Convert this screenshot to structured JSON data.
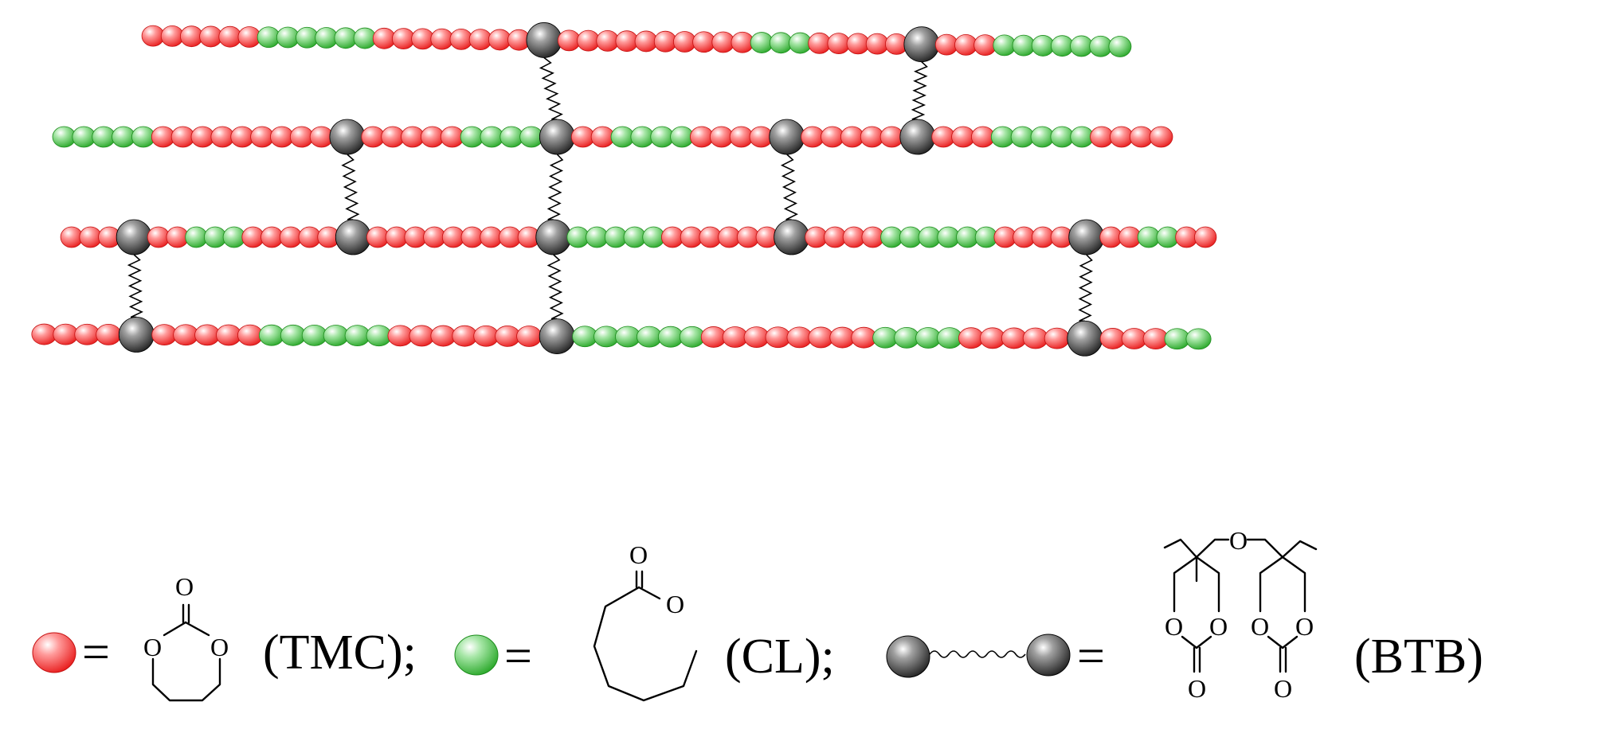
{
  "colors": {
    "tmc": "#f02c2c",
    "cl": "#33b833",
    "btb": "#2a2a2a"
  },
  "chains": [
    {
      "segments": [
        [
          "TMC",
          6
        ],
        [
          "CL",
          6
        ],
        [
          "TMC",
          8
        ],
        [
          "BTB",
          1
        ],
        [
          "TMC",
          10
        ],
        [
          "CL",
          3
        ],
        [
          "TMC",
          5
        ],
        [
          "BTB",
          1
        ],
        [
          "TMC",
          3
        ],
        [
          "CL",
          7
        ]
      ]
    },
    {
      "segments": [
        [
          "CL",
          5
        ],
        [
          "TMC",
          9
        ],
        [
          "BTB",
          1
        ],
        [
          "TMC",
          5
        ],
        [
          "CL",
          4
        ],
        [
          "BTB",
          1
        ],
        [
          "TMC",
          2
        ],
        [
          "CL",
          4
        ],
        [
          "TMC",
          4
        ],
        [
          "BTB",
          1
        ],
        [
          "TMC",
          5
        ],
        [
          "BTB",
          1
        ],
        [
          "TMC",
          3
        ],
        [
          "CL",
          5
        ],
        [
          "TMC",
          4
        ]
      ]
    },
    {
      "segments": [
        [
          "TMC",
          3
        ],
        [
          "BTB",
          1
        ],
        [
          "TMC",
          2
        ],
        [
          "CL",
          3
        ],
        [
          "TMC",
          5
        ],
        [
          "BTB",
          1
        ],
        [
          "TMC",
          9
        ],
        [
          "BTB",
          1
        ],
        [
          "CL",
          5
        ],
        [
          "TMC",
          6
        ],
        [
          "BTB",
          1
        ],
        [
          "TMC",
          4
        ],
        [
          "CL",
          6
        ],
        [
          "TMC",
          4
        ],
        [
          "BTB",
          1
        ],
        [
          "TMC",
          2
        ],
        [
          "CL",
          2
        ],
        [
          "TMC",
          2
        ]
      ]
    },
    {
      "segments": [
        [
          "TMC",
          4
        ],
        [
          "BTB",
          1
        ],
        [
          "TMC",
          5
        ],
        [
          "CL",
          6
        ],
        [
          "TMC",
          7
        ],
        [
          "BTB",
          1
        ],
        [
          "CL",
          6
        ],
        [
          "TMC",
          3
        ],
        [
          "TMC",
          5
        ],
        [
          "CL",
          4
        ],
        [
          "TMC",
          5
        ],
        [
          "BTB",
          1
        ],
        [
          "TMC",
          3
        ],
        [
          "CL",
          2
        ]
      ]
    }
  ],
  "legend": {
    "tmc": {
      "equals": "=",
      "label": "(TMC);",
      "atoms": {
        "carbonyl_o": "O",
        "ring_o_left": "O",
        "ring_o_right": "O"
      }
    },
    "cl": {
      "equals": "=",
      "label": "(CL);",
      "atoms": {
        "carbonyl_o": "O",
        "ring_o": "O"
      }
    },
    "btb": {
      "equals": "=",
      "label": "(BTB)",
      "atoms": {
        "ether_o": "O",
        "ring_o": [
          "O",
          "O",
          "O",
          "O"
        ],
        "carbonyl_o": [
          "O",
          "O"
        ]
      }
    }
  }
}
